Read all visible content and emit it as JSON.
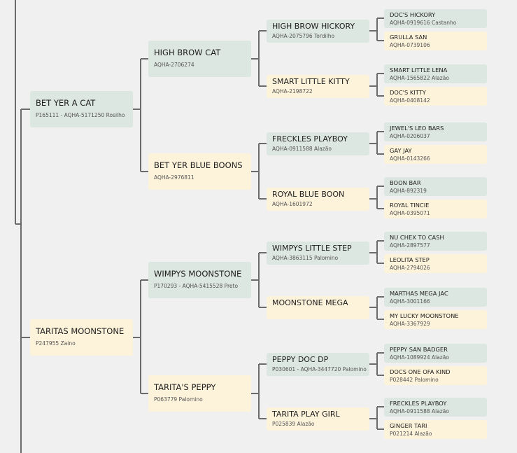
{
  "pedigree": {
    "sire": {
      "name": "BET YER A CAT",
      "reg": "P165111 - AQHA-5171250 Rosilho",
      "sire": {
        "name": "HIGH BROW CAT",
        "reg": "AQHA-2706274",
        "sire": {
          "name": "HIGH BROW HICKORY",
          "reg": "AQHA-2075796 Tordilho",
          "sire": {
            "name": "DOC'S HICKORY",
            "reg": "AQHA-0919616 Castanho"
          },
          "dam": {
            "name": "GRULLA SAN",
            "reg": "AQHA-0739106"
          }
        },
        "dam": {
          "name": "SMART LITTLE KITTY",
          "reg": "AQHA-2198722",
          "sire": {
            "name": "SMART LITTLE LENA",
            "reg": "AQHA-1565822 Alazão"
          },
          "dam": {
            "name": "DOC'S KITTY",
            "reg": "AQHA-0408142"
          }
        }
      },
      "dam": {
        "name": "BET YER BLUE BOONS",
        "reg": "AQHA-2976811",
        "sire": {
          "name": "FRECKLES PLAYBOY",
          "reg": "AQHA-0911588 Alazão",
          "sire": {
            "name": "JEWEL'S LEO BARS",
            "reg": "AQHA-0206037"
          },
          "dam": {
            "name": "GAY JAY",
            "reg": "AQHA-0143266"
          }
        },
        "dam": {
          "name": "ROYAL BLUE BOON",
          "reg": "AQHA-1601972",
          "sire": {
            "name": "BOON BAR",
            "reg": "AQHA-892319"
          },
          "dam": {
            "name": "ROYAL TINCIE",
            "reg": "AQHA-0395071"
          }
        }
      }
    },
    "dam": {
      "name": "TARITAS MOONSTONE",
      "reg": "P247955 Zaino",
      "sire": {
        "name": "WIMPYS MOONSTONE",
        "reg": "P170293 - AQHA-5415528 Preto",
        "sire": {
          "name": "WIMPYS LITTLE STEP",
          "reg": "AQHA-3863115 Palomino",
          "sire": {
            "name": "NU CHEX TO CASH",
            "reg": "AQHA-2897577"
          },
          "dam": {
            "name": "LEOLITA STEP",
            "reg": "AQHA-2794026"
          }
        },
        "dam": {
          "name": "MOONSTONE MEGA",
          "reg": "",
          "sire": {
            "name": "MARTHAS MEGA JAC",
            "reg": "AQHA-3001166"
          },
          "dam": {
            "name": "MY LUCKY MOONSTONE",
            "reg": "AQHA-3367929"
          }
        }
      },
      "dam": {
        "name": "TARITA'S PEPPY",
        "reg": "P063779 Palomino",
        "sire": {
          "name": "PEPPY DOC DP",
          "reg": "P030601 - AQHA-3447720 Palomino",
          "sire": {
            "name": "PEPPY SAN BADGER",
            "reg": "AQHA-1089924 Alazão"
          },
          "dam": {
            "name": "DOCS ONE OFA KIND",
            "reg": "P028442 Palomino"
          }
        },
        "dam": {
          "name": "TARITA PLAY GIRL",
          "reg": "P025839 Alazão",
          "sire": {
            "name": "FRECKLES PLAYBOY",
            "reg": "AQHA-0911588 Alazão"
          },
          "dam": {
            "name": "GINGER TARI",
            "reg": "P021214 Alazão"
          }
        }
      }
    }
  }
}
